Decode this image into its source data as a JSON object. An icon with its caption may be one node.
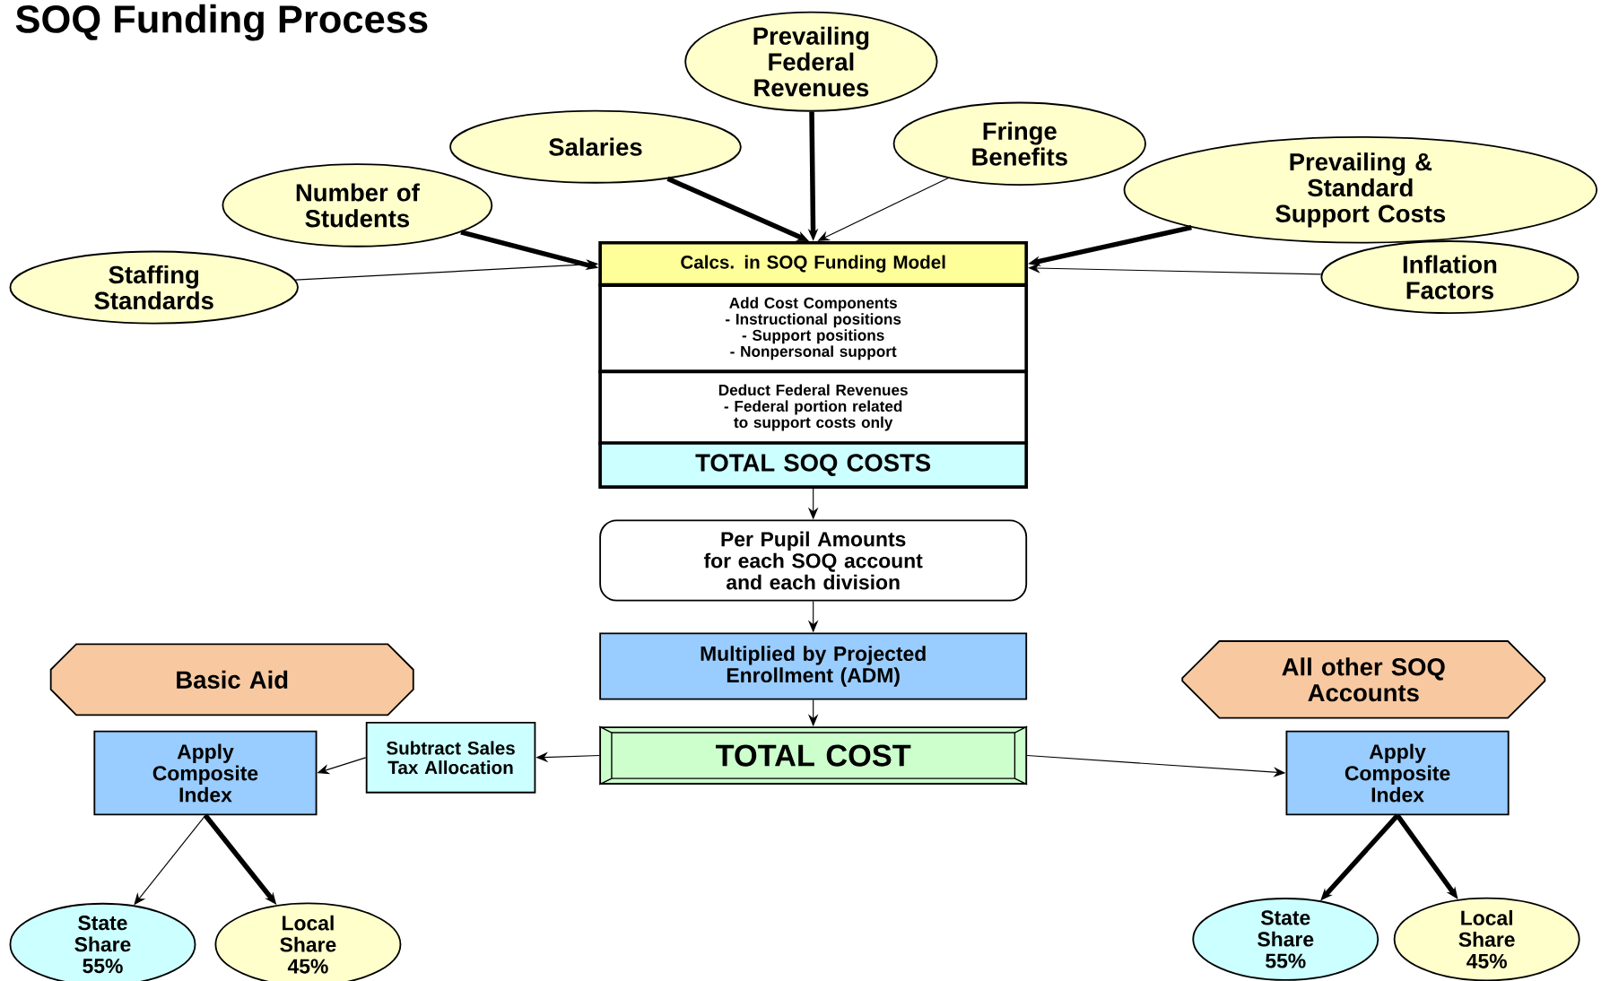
{
  "diagram": {
    "title": "SOQ Funding Process",
    "nodes": [
      {
        "text": [
          "Staffing Standards"
        ]
      },
      {
        "text": [
          "Number of Students"
        ]
      },
      {
        "text": [
          "Salaries"
        ]
      },
      {
        "text": [
          "Prevailing Federal Revenues"
        ]
      },
      {
        "text": [
          "Fringe Benefits"
        ]
      },
      {
        "text": [
          "Prevailing & Standard Support Costs"
        ]
      },
      {
        "text": [
          "Inflation Factors"
        ]
      },
      {
        "text": [
          "Calcs. in SOQ Funding Model"
        ]
      },
      {
        "text": [
          "Add Cost Components",
          "- Instructional positions",
          "- Support positions",
          "- Nonpersonal support"
        ]
      },
      {
        "text": [
          "Deduct Federal Revenues",
          "- Federal portion related to support costs only"
        ]
      },
      {
        "text": [
          "TOTAL SOQ COSTS"
        ]
      },
      {
        "text": [
          "Per Pupil Amounts for each SOQ account and each division"
        ]
      },
      {
        "text": [
          "Multiplied by Projected Enrollment (ADM)"
        ]
      },
      {
        "text": [
          "TOTAL COST"
        ]
      },
      {
        "text": [
          "Basic Aid"
        ]
      },
      {
        "text": [
          "Apply Composite Index"
        ]
      },
      {
        "text": [
          "Subtract Sales Tax Allocation"
        ]
      },
      {
        "text": [
          "State Share 55%"
        ]
      },
      {
        "text": [
          "Local Share 45%"
        ]
      },
      {
        "text": [
          "All other SOQ Accounts"
        ]
      },
      {
        "text": [
          "Apply Composite Index"
        ]
      },
      {
        "text": [
          "State Share 55%"
        ]
      },
      {
        "text": [
          "Local Share 45%"
        ]
      }
    ],
    "edges": [
      {
        "from": 0,
        "to": 7,
        "arrow": "to"
      },
      {
        "from": 1,
        "to": 7,
        "arrow": "to",
        "style": "thick"
      },
      {
        "from": 2,
        "to": 7,
        "arrow": "to",
        "style": "thick"
      },
      {
        "from": 3,
        "to": 7,
        "arrow": "to",
        "style": "thick"
      },
      {
        "from": 4,
        "to": 7,
        "arrow": "to"
      },
      {
        "from": 5,
        "to": 7,
        "arrow": "to",
        "style": "thick"
      },
      {
        "from": 6,
        "to": 7,
        "arrow": "to"
      },
      {
        "from": 10,
        "to": 11,
        "arrow": "to"
      },
      {
        "from": 11,
        "to": 12,
        "arrow": "to"
      },
      {
        "from": 12,
        "to": 13,
        "arrow": "to"
      },
      {
        "from": 13,
        "to": 16,
        "arrow": "to"
      },
      {
        "from": 16,
        "to": 15,
        "arrow": "to"
      },
      {
        "from": 13,
        "to": 20,
        "arrow": "to"
      },
      {
        "from": 15,
        "to": 17,
        "arrow": "to"
      },
      {
        "from": 15,
        "to": 18,
        "arrow": "to",
        "style": "thick"
      },
      {
        "from": 20,
        "to": 21,
        "arrow": "to",
        "style": "thick"
      },
      {
        "from": 20,
        "to": 22,
        "arrow": "to",
        "style": "thick"
      }
    ]
  }
}
